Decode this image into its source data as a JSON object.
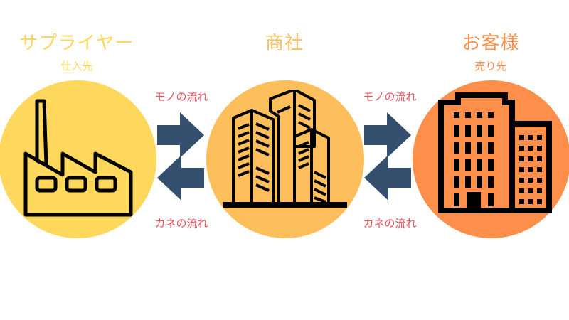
{
  "nodes": [
    {
      "title": "サプライヤー",
      "subtitle": "仕入先",
      "color": "#fdd85d",
      "icon": "factory-icon"
    },
    {
      "title": "商社",
      "subtitle": "",
      "color": "#fdbe5c",
      "icon": "office-towers-icon"
    },
    {
      "title": "お客様",
      "subtitle": "売り先",
      "color": "#fd8f4a",
      "icon": "apartment-buildings-icon"
    }
  ],
  "flows": [
    {
      "goods_label": "モノの流れ",
      "money_label": "カネの流れ"
    },
    {
      "goods_label": "モノの流れ",
      "money_label": "カネの流れ"
    }
  ],
  "colors": {
    "title_supplier": "#fdd85d",
    "title_trading": "#fdbe5c",
    "title_customer": "#fd8f4a",
    "flow_label": "#e8505b",
    "arrow": "#34506e"
  }
}
